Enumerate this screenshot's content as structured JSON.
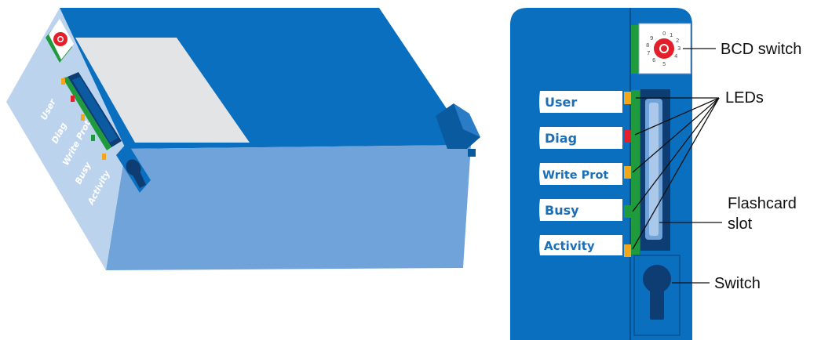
{
  "iso_view": {
    "led_labels": [
      "User",
      "Diag",
      "Write Prot",
      "Busy",
      "Activity"
    ]
  },
  "front_panel": {
    "leds": [
      {
        "label": "User",
        "color": "#f2a71b"
      },
      {
        "label": "Diag",
        "color": "#e3202a"
      },
      {
        "label": "Write Prot",
        "color": "#f2a71b"
      },
      {
        "label": "Busy",
        "color": "#1f9a3c"
      },
      {
        "label": "Activity",
        "color": "#f2a71b"
      }
    ],
    "dial_numbers": [
      "0",
      "1",
      "2",
      "3",
      "4",
      "5",
      "6",
      "7",
      "8",
      "9"
    ]
  },
  "callouts": {
    "bcd_switch": "BCD switch",
    "leds": "LEDs",
    "flashcard_line1": "Flashcard",
    "flashcard_line2": "slot",
    "switch": "Switch"
  },
  "colors": {
    "module_blue": "#0b6fc0",
    "front_face_light": "#bcd3ee",
    "bottom_face": "#6fa3d9",
    "label_text": "#1a6fb8",
    "dial_red": "#e3202a",
    "led_green_strip": "#1f9a3c"
  }
}
